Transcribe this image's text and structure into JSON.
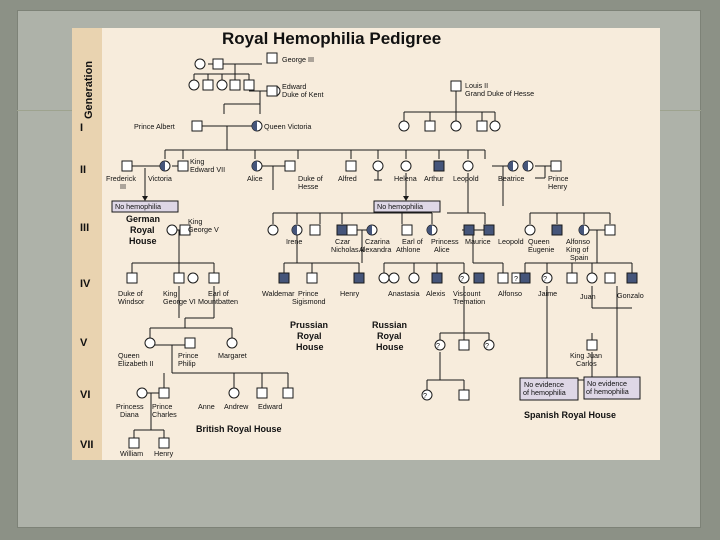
{
  "title": "Royal Hemophilia Pedigree",
  "generation_label": "Generation",
  "generations": [
    "I",
    "II",
    "III",
    "IV",
    "V",
    "VI",
    "VII"
  ],
  "people": {
    "george3": "George III",
    "edward_kent": "Edward\nDuke of Kent",
    "louis2": "Louis II\nGrand Duke of Hesse",
    "albert": "Prince Albert",
    "victoria": "Queen Victoria",
    "frederick": "Frederick\nIII",
    "victoria2": "Victoria",
    "edward7": "King\nEdward VII",
    "alice": "Alice",
    "duke_hesse": "Duke of\nHesse",
    "alfred": "Alfred",
    "helena": "Helena",
    "arthur": "Arthur",
    "leopold": "Leopold",
    "beatrice": "Beatrice",
    "henry": "Prince\nHenry",
    "george5": "King\nGeorge V",
    "irene": "Irene",
    "nicholas": "Czar\nNicholas II",
    "alexandra": "Czarina\nAlexandra",
    "athlone": "Earl of\nAthlone",
    "princess_alice": "Princess\nAlice",
    "maurice": "Maurice",
    "leopold3": "Leopold",
    "eugenie": "Queen\nEugenie",
    "alfonso": "Alfonso\nKing of\nSpain",
    "windsor": "Duke of\nWindsor",
    "george6": "King\nGeorge VI",
    "mountbatten": "Earl of\nMountbatten",
    "waldemar": "Waldemar",
    "sigismond": "Prince\nSigismond",
    "henry4": "Henry",
    "anastasia": "Anastasia",
    "alexis": "Alexis",
    "tremation": "Viscount\nTremation",
    "alfonso4": "Alfonso",
    "jaime": "Jaime",
    "juan": "Juan",
    "gonzalo": "Gonzalo",
    "elizabeth": "Queen\nElizabeth II",
    "philip": "Prince\nPhilip",
    "margaret": "Margaret",
    "juan_carlos": "King Juan\nCarlos",
    "diana": "Princess\nDiana",
    "charles": "Prince\nCharles",
    "anne": "Anne",
    "andrew": "Andrew",
    "edward6": "Edward",
    "william": "William",
    "henry7": "Henry"
  },
  "annotations": {
    "no_hemo_1": "No hemophilia",
    "no_hemo_2": "No hemophilia",
    "no_evidence_1": "No evidence\nof hemophilia",
    "no_evidence_2": "No evidence\nof hemophilia"
  },
  "houses": {
    "german": "German\nRoyal\nHouse",
    "prussian": "Prussian\nRoyal\nHouse",
    "russian": "Russian\nRoyal\nHouse",
    "spanish": "Spanish Royal House",
    "british": "British Royal House"
  },
  "unknown_symbol": "?",
  "colors": {
    "affected": "#45557a",
    "panel": "#f7ecdc",
    "generation_bar": "#e9d3b0",
    "slide": "#8c9186"
  }
}
